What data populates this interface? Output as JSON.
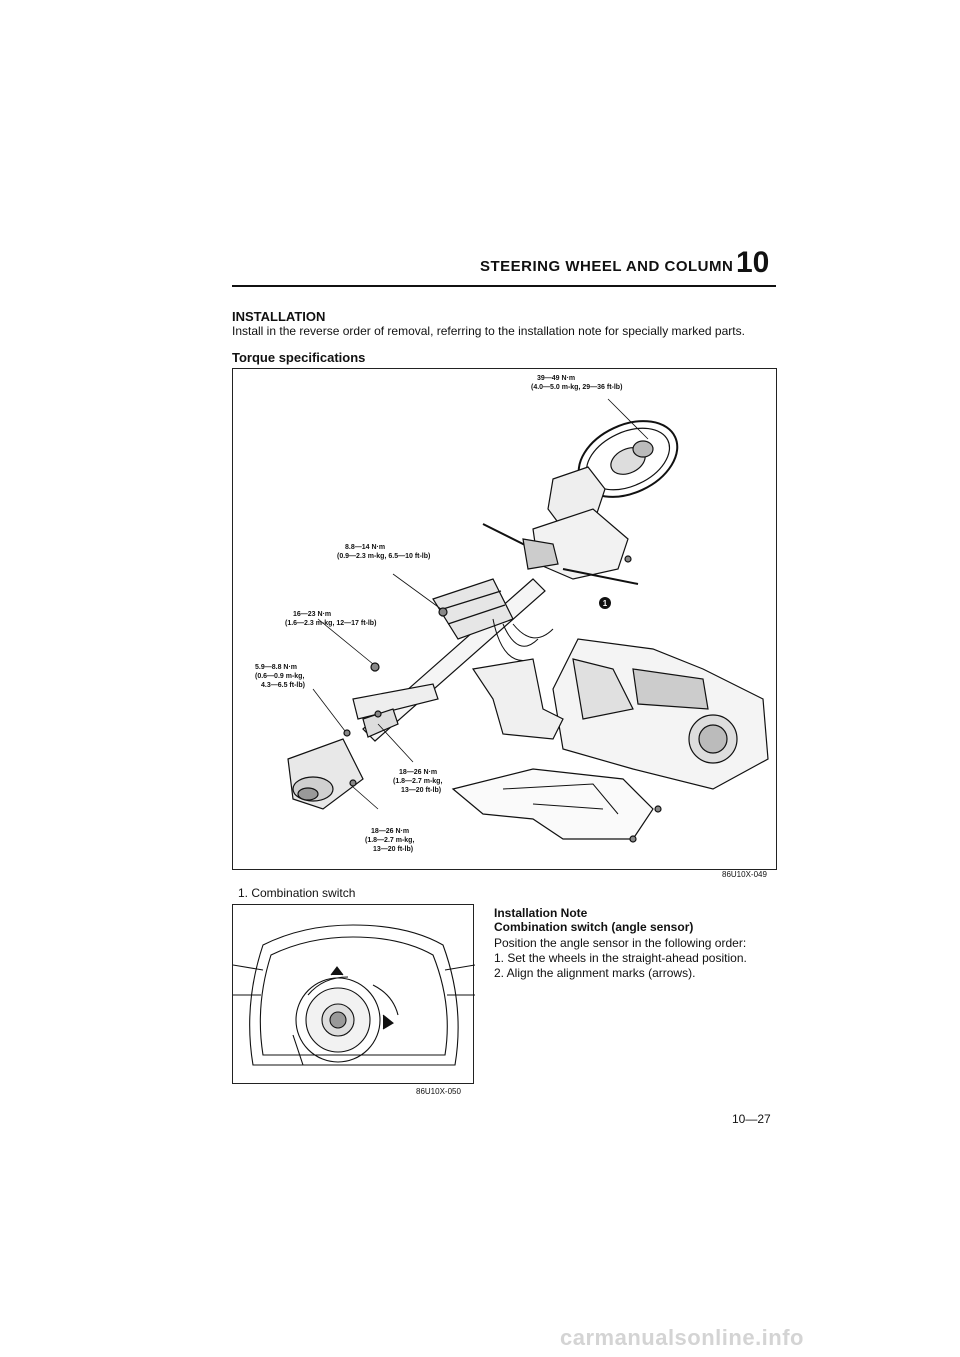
{
  "header": {
    "title": "STEERING WHEEL AND COLUMN",
    "chapter": "10"
  },
  "installation": {
    "heading": "INSTALLATION",
    "text": "Install in the reverse order of removal, referring to the installation note for specially marked parts."
  },
  "torque": {
    "heading": "Torque specifications",
    "figure_code": "86U10X-049",
    "callouts": [
      {
        "l1": "39—49 N·m",
        "l2": "(4.0—5.0 m-kg, 29—36 ft-lb)"
      },
      {
        "l1": "8.8—14 N·m",
        "l2": "(0.9—2.3 m-kg, 6.5—10 ft-lb)"
      },
      {
        "l1": "16—23 N·m",
        "l2": "(1.6—2.3 m-kg, 12—17 ft-lb)"
      },
      {
        "l1": "5.9—8.8 N·m",
        "l2": "(0.6—0.9 m-kg,",
        "l3": "4.3—6.5 ft-lb)"
      },
      {
        "l1": "18—26 N·m",
        "l2": "(1.8—2.7 m-kg,",
        "l3": "13—20 ft-lb)"
      },
      {
        "l1": "18—26 N·m",
        "l2": "(1.8—2.7 m-kg,",
        "l3": "13—20 ft-lb)"
      }
    ],
    "marker": "1"
  },
  "legend": "1. Combination switch",
  "note": {
    "figure_code": "86U10X-050",
    "heading": "Installation Note",
    "subheading": "Combination switch (angle sensor)",
    "intro": "Position the angle sensor in the following order:",
    "steps": [
      "1. Set the wheels in the straight-ahead position.",
      "2. Align the alignment marks (arrows)."
    ]
  },
  "page_number": "10—27",
  "watermark": "carmanualsonline.info"
}
